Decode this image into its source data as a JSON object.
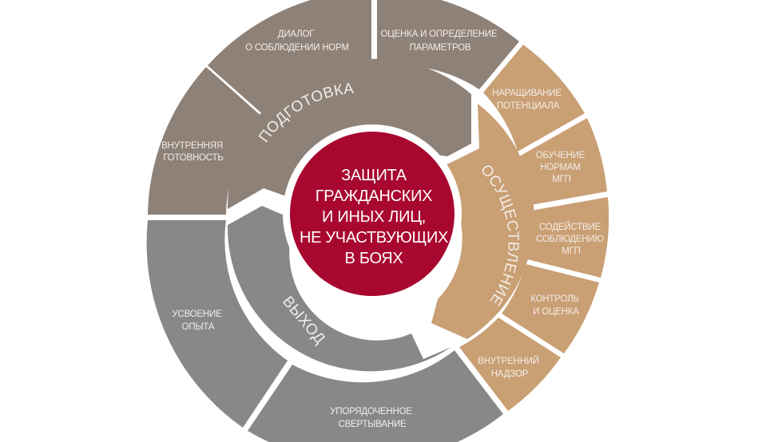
{
  "colors": {
    "background": "#ffffff",
    "preparation": "#8e8178",
    "implementation": "#c99f74",
    "exit": "#87888a",
    "center": "#a8072f",
    "separator": "#ffffff",
    "label_text": "#f3ede6"
  },
  "center": {
    "lines": [
      "ЗАЩИТА",
      "ГРАЖДАНСКИХ",
      "И ИНЫХ ЛИЦ,",
      "НЕ УЧАСТВУЮЩИХ",
      "В БОЯХ"
    ]
  },
  "phases": [
    {
      "id": "preparation",
      "label": "ПОДГОТОВКА"
    },
    {
      "id": "implementation",
      "label": "ОСУЩЕСТВЛЕНИЕ"
    },
    {
      "id": "exit",
      "label": "ВЫХОД"
    }
  ],
  "outer_segments": [
    {
      "phase": "preparation",
      "lines": [
        "ВНУТРЕННЯЯ",
        "ГОТОВНОСТЬ"
      ]
    },
    {
      "phase": "preparation",
      "lines": [
        "ДИАЛОГ",
        "О СОБЛЮДЕНИИ НОРМ"
      ]
    },
    {
      "phase": "preparation",
      "lines": [
        "ОЦЕНКА И ОПРЕДЕЛЕНИЕ",
        "ПАРАМЕТРОВ"
      ]
    },
    {
      "phase": "implementation",
      "lines": [
        "НАРАЩИВАНИЕ",
        "ПОТЕНЦИАЛА"
      ]
    },
    {
      "phase": "implementation",
      "lines": [
        "ОБУЧЕНИЕ",
        "НОРМАМ",
        "МГП"
      ]
    },
    {
      "phase": "implementation",
      "lines": [
        "СОДЕЙСТВИЕ",
        "СОБЛЮДЕНИЮ",
        "МГП"
      ]
    },
    {
      "phase": "implementation",
      "lines": [
        "КОНТРОЛЬ",
        "И ОЦЕНКА"
      ]
    },
    {
      "phase": "implementation",
      "lines": [
        "ВНУТРЕННИЙ",
        "НАДЗОР"
      ]
    },
    {
      "phase": "exit",
      "lines": [
        "УПОРЯДОЧЕННОЕ",
        "СВЕРТЫВАНИЕ"
      ]
    },
    {
      "phase": "exit",
      "lines": [
        "УСВОЕНИЕ",
        "ОПЫТА"
      ]
    }
  ]
}
